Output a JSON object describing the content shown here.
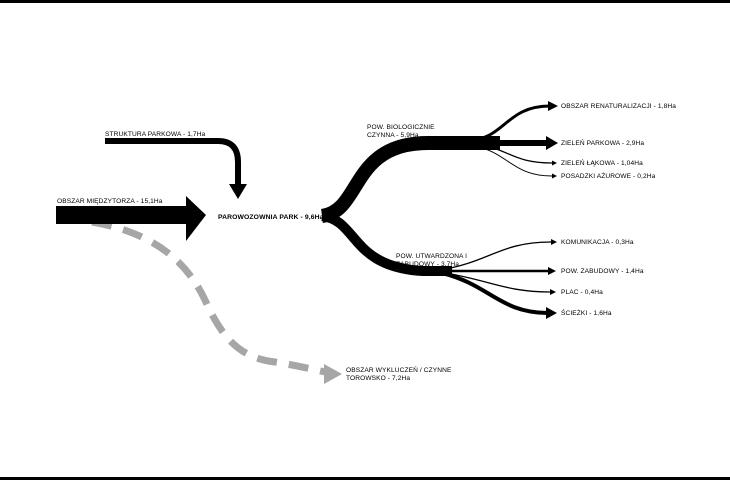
{
  "diagram": {
    "sources": {
      "struktura": "STRUKTURA PARKOWA - 1,7Ha",
      "obszar": "OBSZAR MIĘDZYTORZA - 15,1Ha"
    },
    "center": "PAROWOZOWNIA PARK - 9,6Ha",
    "excluded": {
      "line1": "OBSZAR WYKLUCZEŃ / CZYNNE",
      "line2": "TOROWSKO - 7,2Ha"
    },
    "groups": {
      "bio": {
        "line1": "POW. BIOLOGICZNIE",
        "line2": "CZYNNA - 5,9Ha"
      },
      "utw": {
        "line1": "POW. UTWARDZONA I",
        "line2": "ZABUDOWY - 3,7Ha"
      }
    },
    "outputs": {
      "renaturalizacji": "OBSZAR RENATURALIZACJI - 1,8Ha",
      "parkowa": "ZIELEŃ PARKOWA - 2,9Ha",
      "lakowa": "ZIELEŃ ŁĄKOWA - 1,04Ha",
      "azurowe": "POSADZKI AŻUROWE - 0,2Ha",
      "komunikacja": "KOMUNIKACJA - 0,3Ha",
      "zabudowy": "POW. ZABUDOWY - 1,4Ha",
      "plac": "PLAC - 0,4Ha",
      "sciezki": "ŚCIEŻKI - 1,6Ha"
    },
    "colors": {
      "flow": "#000000",
      "excluded": "#a6a6a6"
    }
  }
}
